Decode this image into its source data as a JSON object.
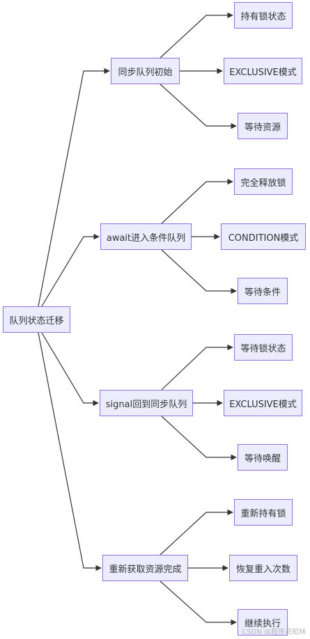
{
  "diagram": {
    "type": "flowchart-lr",
    "colors": {
      "node_fill": "#ececff",
      "node_border": "#9370db",
      "edge": "#333333",
      "text": "#333333"
    },
    "root": "队列状态迁移",
    "branches": [
      {
        "label": "同步队列初始",
        "children": [
          "持有锁状态",
          "EXCLUSIVE模式",
          "等待资源"
        ]
      },
      {
        "label": "await进入条件队列",
        "children": [
          "完全释放锁",
          "CONDITION模式",
          "等待条件"
        ]
      },
      {
        "label": "signal回到同步队列",
        "children": [
          "等待锁状态",
          "EXCLUSIVE模式",
          "等待唤醒"
        ]
      },
      {
        "label": "重新获取资源完成",
        "children": [
          "重新持有锁",
          "恢复重入次数",
          "继续执行"
        ]
      }
    ]
  },
  "watermark": "CSDN @程序员知林"
}
